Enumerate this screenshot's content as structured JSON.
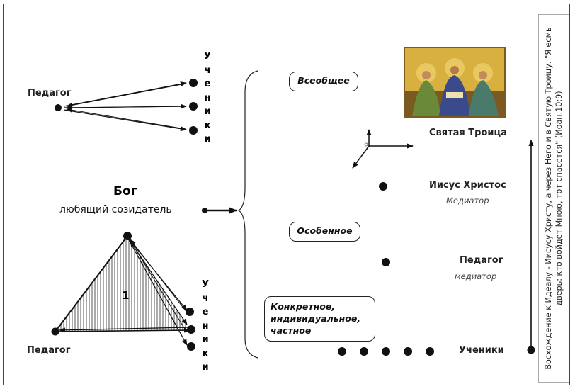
{
  "top_group": {
    "teacher_label": "Педагог",
    "students_letters": [
      "У",
      "ч",
      "е",
      "н",
      "и",
      "к",
      "и"
    ]
  },
  "center": {
    "god_label": "Бог",
    "god_subtitle": "любящий  созидатель"
  },
  "bottom_group": {
    "teacher_label": "Педагог",
    "triangle_number": "1",
    "students_letters": [
      "У",
      "ч",
      "е",
      "н",
      "и",
      "к",
      "и"
    ]
  },
  "levels": {
    "universal_label": "Всеобщее",
    "special_label": "Особенное",
    "concrete_label": "Конкретное, индивидуальное, частное"
  },
  "right_labels": {
    "trinity": "Святая Троица",
    "christ": "Иисус  Христос",
    "christ_role": "Медиатор",
    "teacher": "Педагог",
    "teacher_role": "медиатор",
    "students": "Ученики"
  },
  "side_text": "Восхождение  к Идеалу - Иисусу Христу, а через Него и в Святую Троицу. \"Я есмь дверь: кто войдет Мною, тот спасется\" (Иоан.10:9)",
  "icon": "trinity-icon-painting",
  "colors": {
    "line": "#111111",
    "frame": "#444444",
    "gold": "#c9a030"
  }
}
